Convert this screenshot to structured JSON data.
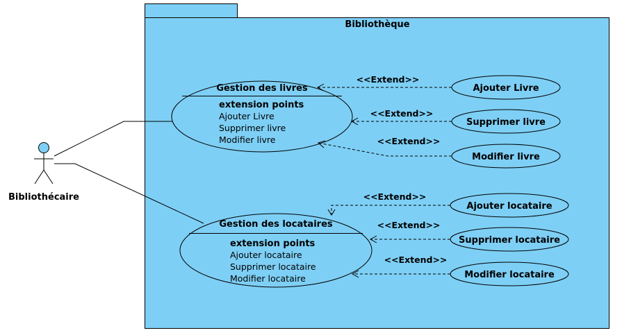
{
  "system": {
    "title": "Bibliothèque"
  },
  "actor": {
    "name": "Bibliothécaire"
  },
  "use_cases": {
    "gestion_livres": {
      "title": "Gestion des livres",
      "ext_header": "extension points",
      "ext_points": [
        "Ajouter Livre",
        "Supprimer livre",
        "Modifier livre"
      ]
    },
    "gestion_locataires": {
      "title": "Gestion des locataires",
      "ext_header": "extension points",
      "ext_points": [
        "Ajouter locataire",
        "Supprimer locataire",
        "Modifier locataire"
      ]
    },
    "ajouter_livre": "Ajouter Livre",
    "supprimer_livre": "Supprimer livre",
    "modifier_livre": "Modifier livre",
    "ajouter_locataire": "Ajouter locataire",
    "supprimer_locataire": "Supprimer locataire",
    "modifier_locataire": "Modifier locataire"
  },
  "relations": {
    "extend_label": "<<Extend>>"
  },
  "colors": {
    "package_fill": "#7ecff5",
    "actor_head": "#7ecff5",
    "use_case_fill": "#7ecff5",
    "line": "#000000"
  }
}
